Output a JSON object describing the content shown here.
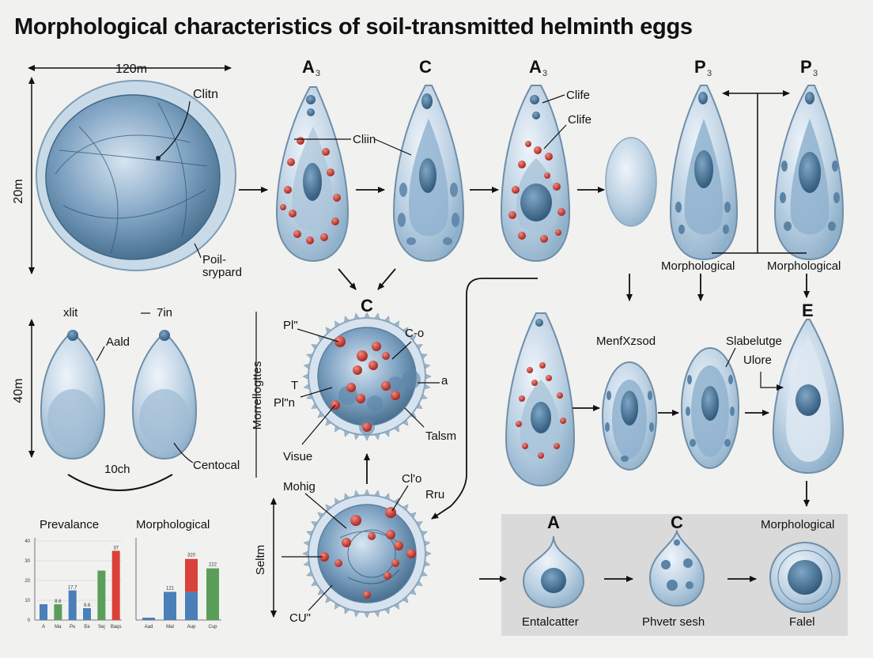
{
  "title": "Morphological characteristics of soil-transmitted helminth eggs",
  "large_egg": {
    "width_label": "120m",
    "height_label": "20m",
    "label_top": "Clitn",
    "label_bottom_1": "Poil-",
    "label_bottom_2": "srypard"
  },
  "small_eggs": {
    "left_label": "xlit",
    "right_label": "7in",
    "side_label": "40m",
    "aald": "Aald",
    "bottom": "10ch",
    "centocal": "Centocal"
  },
  "top_row": {
    "a1": "A",
    "a1_sub": "3",
    "c": "C",
    "a2": "A",
    "a2_sub": "3",
    "p1": "P",
    "p1_sub": "3",
    "p2": "P",
    "p2_sub": "3",
    "cliin": "Cliin",
    "clife1": "Clife",
    "clife2": "Clife",
    "morph1": "Morphological",
    "morph2": "Morphological"
  },
  "center": {
    "c_label": "C",
    "side_label": "Morrellogttes",
    "pl1": "Pl\"",
    "pl2": "Pl\"n",
    "t": "T",
    "co": "C-o",
    "a": "a",
    "visue": "Visue",
    "talsm": "Talsm",
    "mohig": "Mohig",
    "clo": "Cl'o",
    "rru": "Rru",
    "seltm": "Seltm",
    "cu": "CU\""
  },
  "mid_right": {
    "e": "E",
    "menfxsod": "MenfXzsod",
    "slabelutge": "Slabelutge",
    "ulore": "Ulore"
  },
  "bottom_panel": {
    "a": "A",
    "c": "C",
    "morph": "Morphological",
    "cap1": "Entalcatter",
    "cap2": "Phvetr sesh",
    "cap3": "Falel"
  },
  "chart_data": [
    {
      "type": "bar",
      "title": "Prevalance",
      "categories": [
        "A",
        "Ma",
        "Pu",
        "Ee",
        "Sej",
        "Baqs"
      ],
      "values": [
        8,
        8,
        15,
        6,
        25,
        35
      ],
      "value_labels": [
        "",
        "8.6",
        "17.7",
        "9.6",
        "",
        "37"
      ],
      "colors": [
        "#4a7fb8",
        "#5a9e5a",
        "#4a7fb8",
        "#4a7fb8",
        "#5a9e5a",
        "#d9413a"
      ],
      "ylim": [
        0,
        40
      ],
      "yticks": [
        "0",
        "10",
        "20",
        "30",
        "40"
      ],
      "grid": true
    },
    {
      "type": "bar",
      "title": "Morphological",
      "categories": [
        "Aad",
        "Mal",
        "Aup",
        "Cup"
      ],
      "series": [
        {
          "color": "#4a7fb8",
          "values": [
            1,
            12,
            12,
            0
          ]
        },
        {
          "color": "#d9413a",
          "values": [
            0,
            0,
            14,
            0
          ]
        },
        {
          "color": "#5a9e5a",
          "values": [
            0,
            0,
            0,
            22
          ]
        }
      ],
      "value_labels": [
        "",
        "121",
        "320",
        "222"
      ],
      "ylim": [
        0,
        35
      ],
      "grid": false
    }
  ],
  "colors": {
    "egg_fill": "#b9cfe0",
    "egg_stroke": "#6f8ea8",
    "nucleus": "#3f6d92",
    "red_granule": "#c13a32",
    "arrow": "#111111",
    "panel": "#dadada"
  }
}
